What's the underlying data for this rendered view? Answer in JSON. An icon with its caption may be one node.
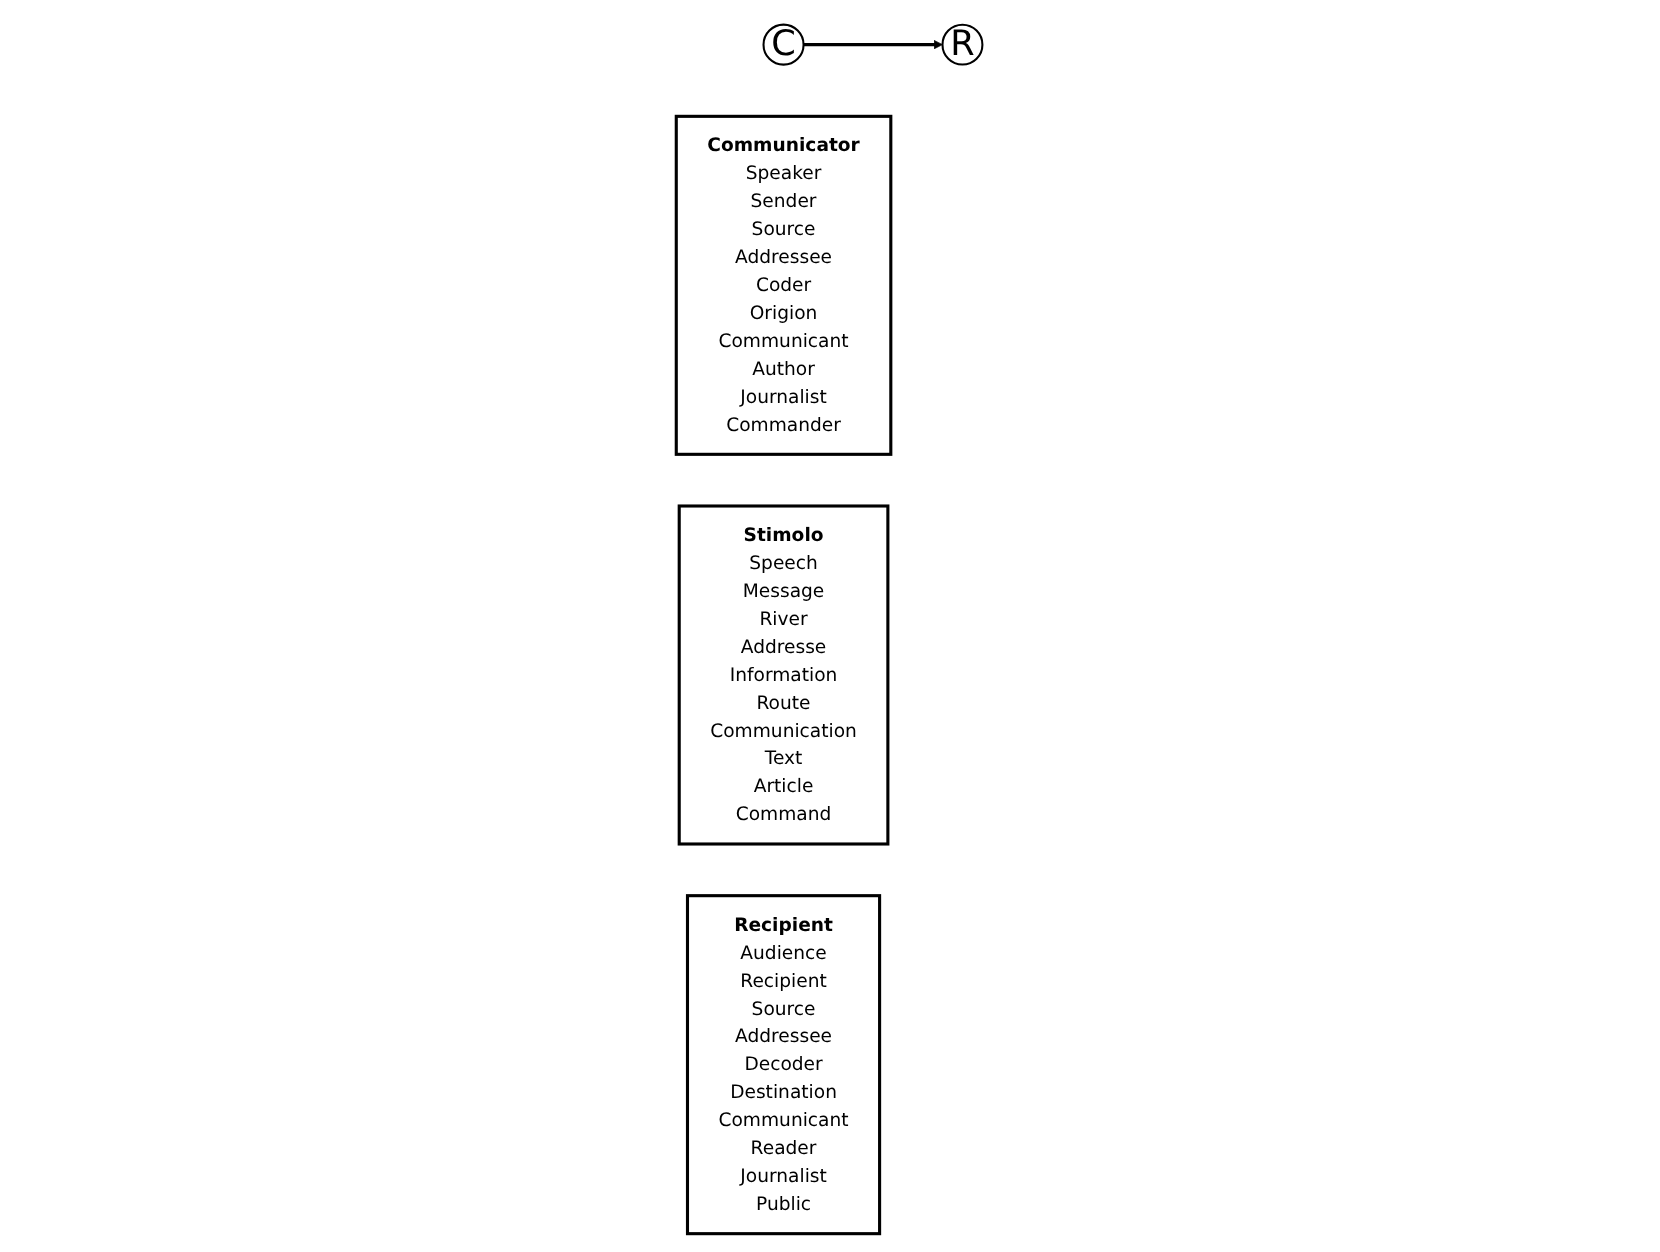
{
  "diagram": {
    "nodes": [
      {
        "text": [
          "C"
        ]
      },
      {
        "text": [
          "R"
        ]
      },
      {
        "text": [
          "Communicator",
          "Speaker",
          "Sender",
          "Source",
          "Addressee",
          "Coder",
          "Origion",
          "Communicant",
          "Author",
          "Journalist",
          "Commander"
        ]
      },
      {
        "text": [
          "Stimolo",
          "Speech",
          "Message",
          "River",
          "Addresse",
          "Information",
          "Route",
          "Communication",
          "Text",
          "Article",
          "Command"
        ]
      },
      {
        "text": [
          "Recipient",
          "Audience",
          "Recipient",
          "Source",
          "Addressee",
          "Decoder",
          "Destination",
          "Communicant",
          "Reader",
          "Journalist",
          "Public"
        ]
      }
    ],
    "edges": [
      {
        "from": 0,
        "to": 1,
        "arrow": "to"
      }
    ]
  }
}
